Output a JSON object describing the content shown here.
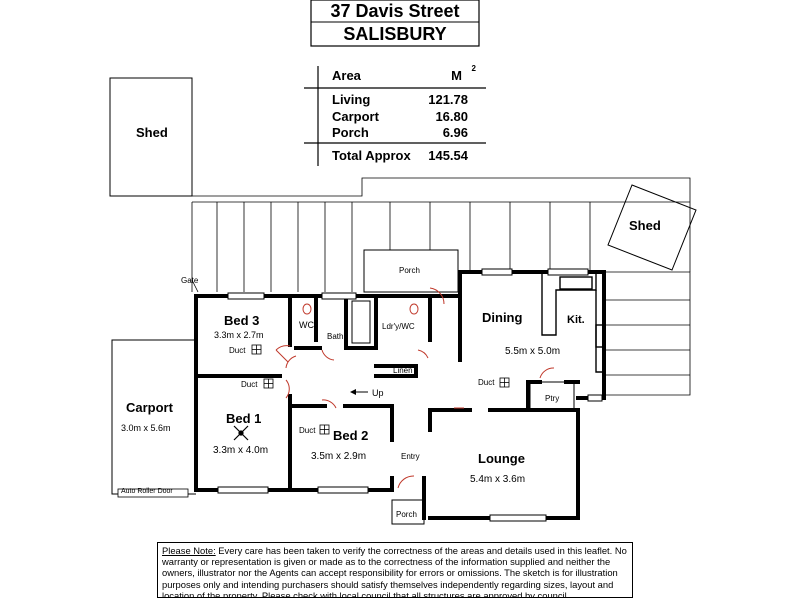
{
  "header": {
    "address_line1": "37 Davis Street",
    "address_line2": "SALISBURY"
  },
  "area_table": {
    "heading": "Area",
    "unit": "M",
    "unit_sup": "2",
    "rows": [
      {
        "label": "Living",
        "value": "121.78"
      },
      {
        "label": "Carport",
        "value": "16.80"
      },
      {
        "label": "Porch",
        "value": "6.96"
      }
    ],
    "total": {
      "label": "Total Approx",
      "value": "145.54"
    }
  },
  "rooms": {
    "shed_left": "Shed",
    "shed_right": "Shed",
    "gate": "Gate",
    "porch_top": "Porch",
    "bed3": {
      "name": "Bed 3",
      "size": "3.3m x 2.7m"
    },
    "wc": "WC",
    "bath": "Bath",
    "ldr": "Ldr'y/WC",
    "linen": "Linen",
    "dining": "Dining",
    "kit": "Kit.",
    "dining_size": "5.5m x 5.0m",
    "ptry": "Ptry",
    "carport": {
      "name": "Carport",
      "size": "3.0m x 5.6m"
    },
    "bed1": {
      "name": "Bed 1",
      "size": "3.3m x 4.0m"
    },
    "bed2": {
      "name": "Bed 2",
      "size": "3.5m x 2.9m"
    },
    "entry": "Entry",
    "lounge": {
      "name": "Lounge",
      "size": "5.4m x 3.6m"
    },
    "porch_bottom": "Porch",
    "up": "Up",
    "duct": "Duct",
    "auto_roller_door": "Auto Roller Door"
  },
  "note": {
    "label": "Please Note:",
    "text": " Every care has been taken to verify the correctness of the areas and details used in this leaflet. No warranty or representation is given or made as to the correctness of the information supplied and neither the owners, illustrator nor the Agents can accept responsibility for errors or omissions. The sketch is for illustration purposes only and intending purchasers should satisfy themselves independently regarding sizes, layout and location of the property. Please check with local council that all structures are approved by council."
  }
}
